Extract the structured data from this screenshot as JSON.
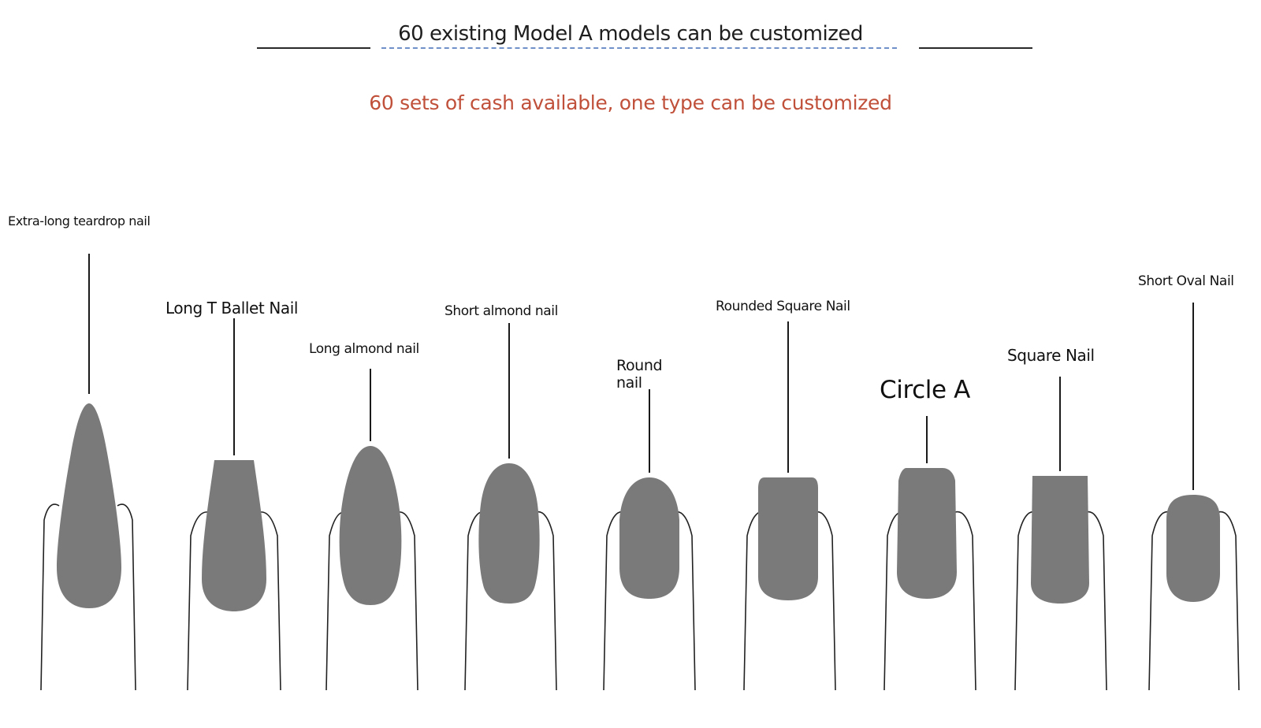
{
  "header": {
    "title": "60 existing Model A models can be customized",
    "subtitle": "60 sets of cash available, one type can be customized",
    "subtitle_color": "#c0503a"
  },
  "nail_color": "#7a7a7a",
  "nails": [
    {
      "label": "Extra-long teardrop nail",
      "shape": "teardrop"
    },
    {
      "label": "Long T Ballet Nail",
      "shape": "ballet"
    },
    {
      "label": "Long almond nail",
      "shape": "long-almond"
    },
    {
      "label": "Short almond nail",
      "shape": "short-almond"
    },
    {
      "label": "Round\nnail",
      "shape": "round"
    },
    {
      "label": "Rounded Square Nail",
      "shape": "rounded-square"
    },
    {
      "label": "Circle A",
      "shape": "circle-a"
    },
    {
      "label": "Square Nail",
      "shape": "square"
    },
    {
      "label": "Short Oval Nail",
      "shape": "short-oval"
    }
  ]
}
